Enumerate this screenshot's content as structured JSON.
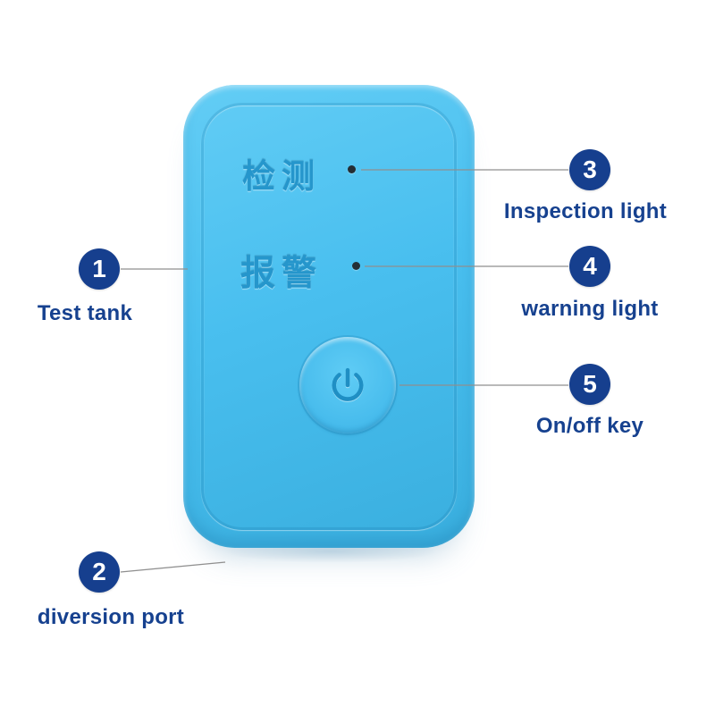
{
  "diagram": {
    "device": {
      "inspection_label_cn": "检测",
      "alarm_label_cn": "报警"
    },
    "callouts": [
      {
        "number": "1",
        "label": "Test tank",
        "side": "left"
      },
      {
        "number": "2",
        "label": "diversion port",
        "side": "left"
      },
      {
        "number": "3",
        "label": "Inspection light",
        "side": "right"
      },
      {
        "number": "4",
        "label": "warning light",
        "side": "right"
      },
      {
        "number": "5",
        "label": "On/off key",
        "side": "right"
      }
    ],
    "colors": {
      "device_body": "#45bbec",
      "badge": "#163f8e",
      "label_text": "#16418f",
      "led_dot": "#242e35"
    }
  }
}
